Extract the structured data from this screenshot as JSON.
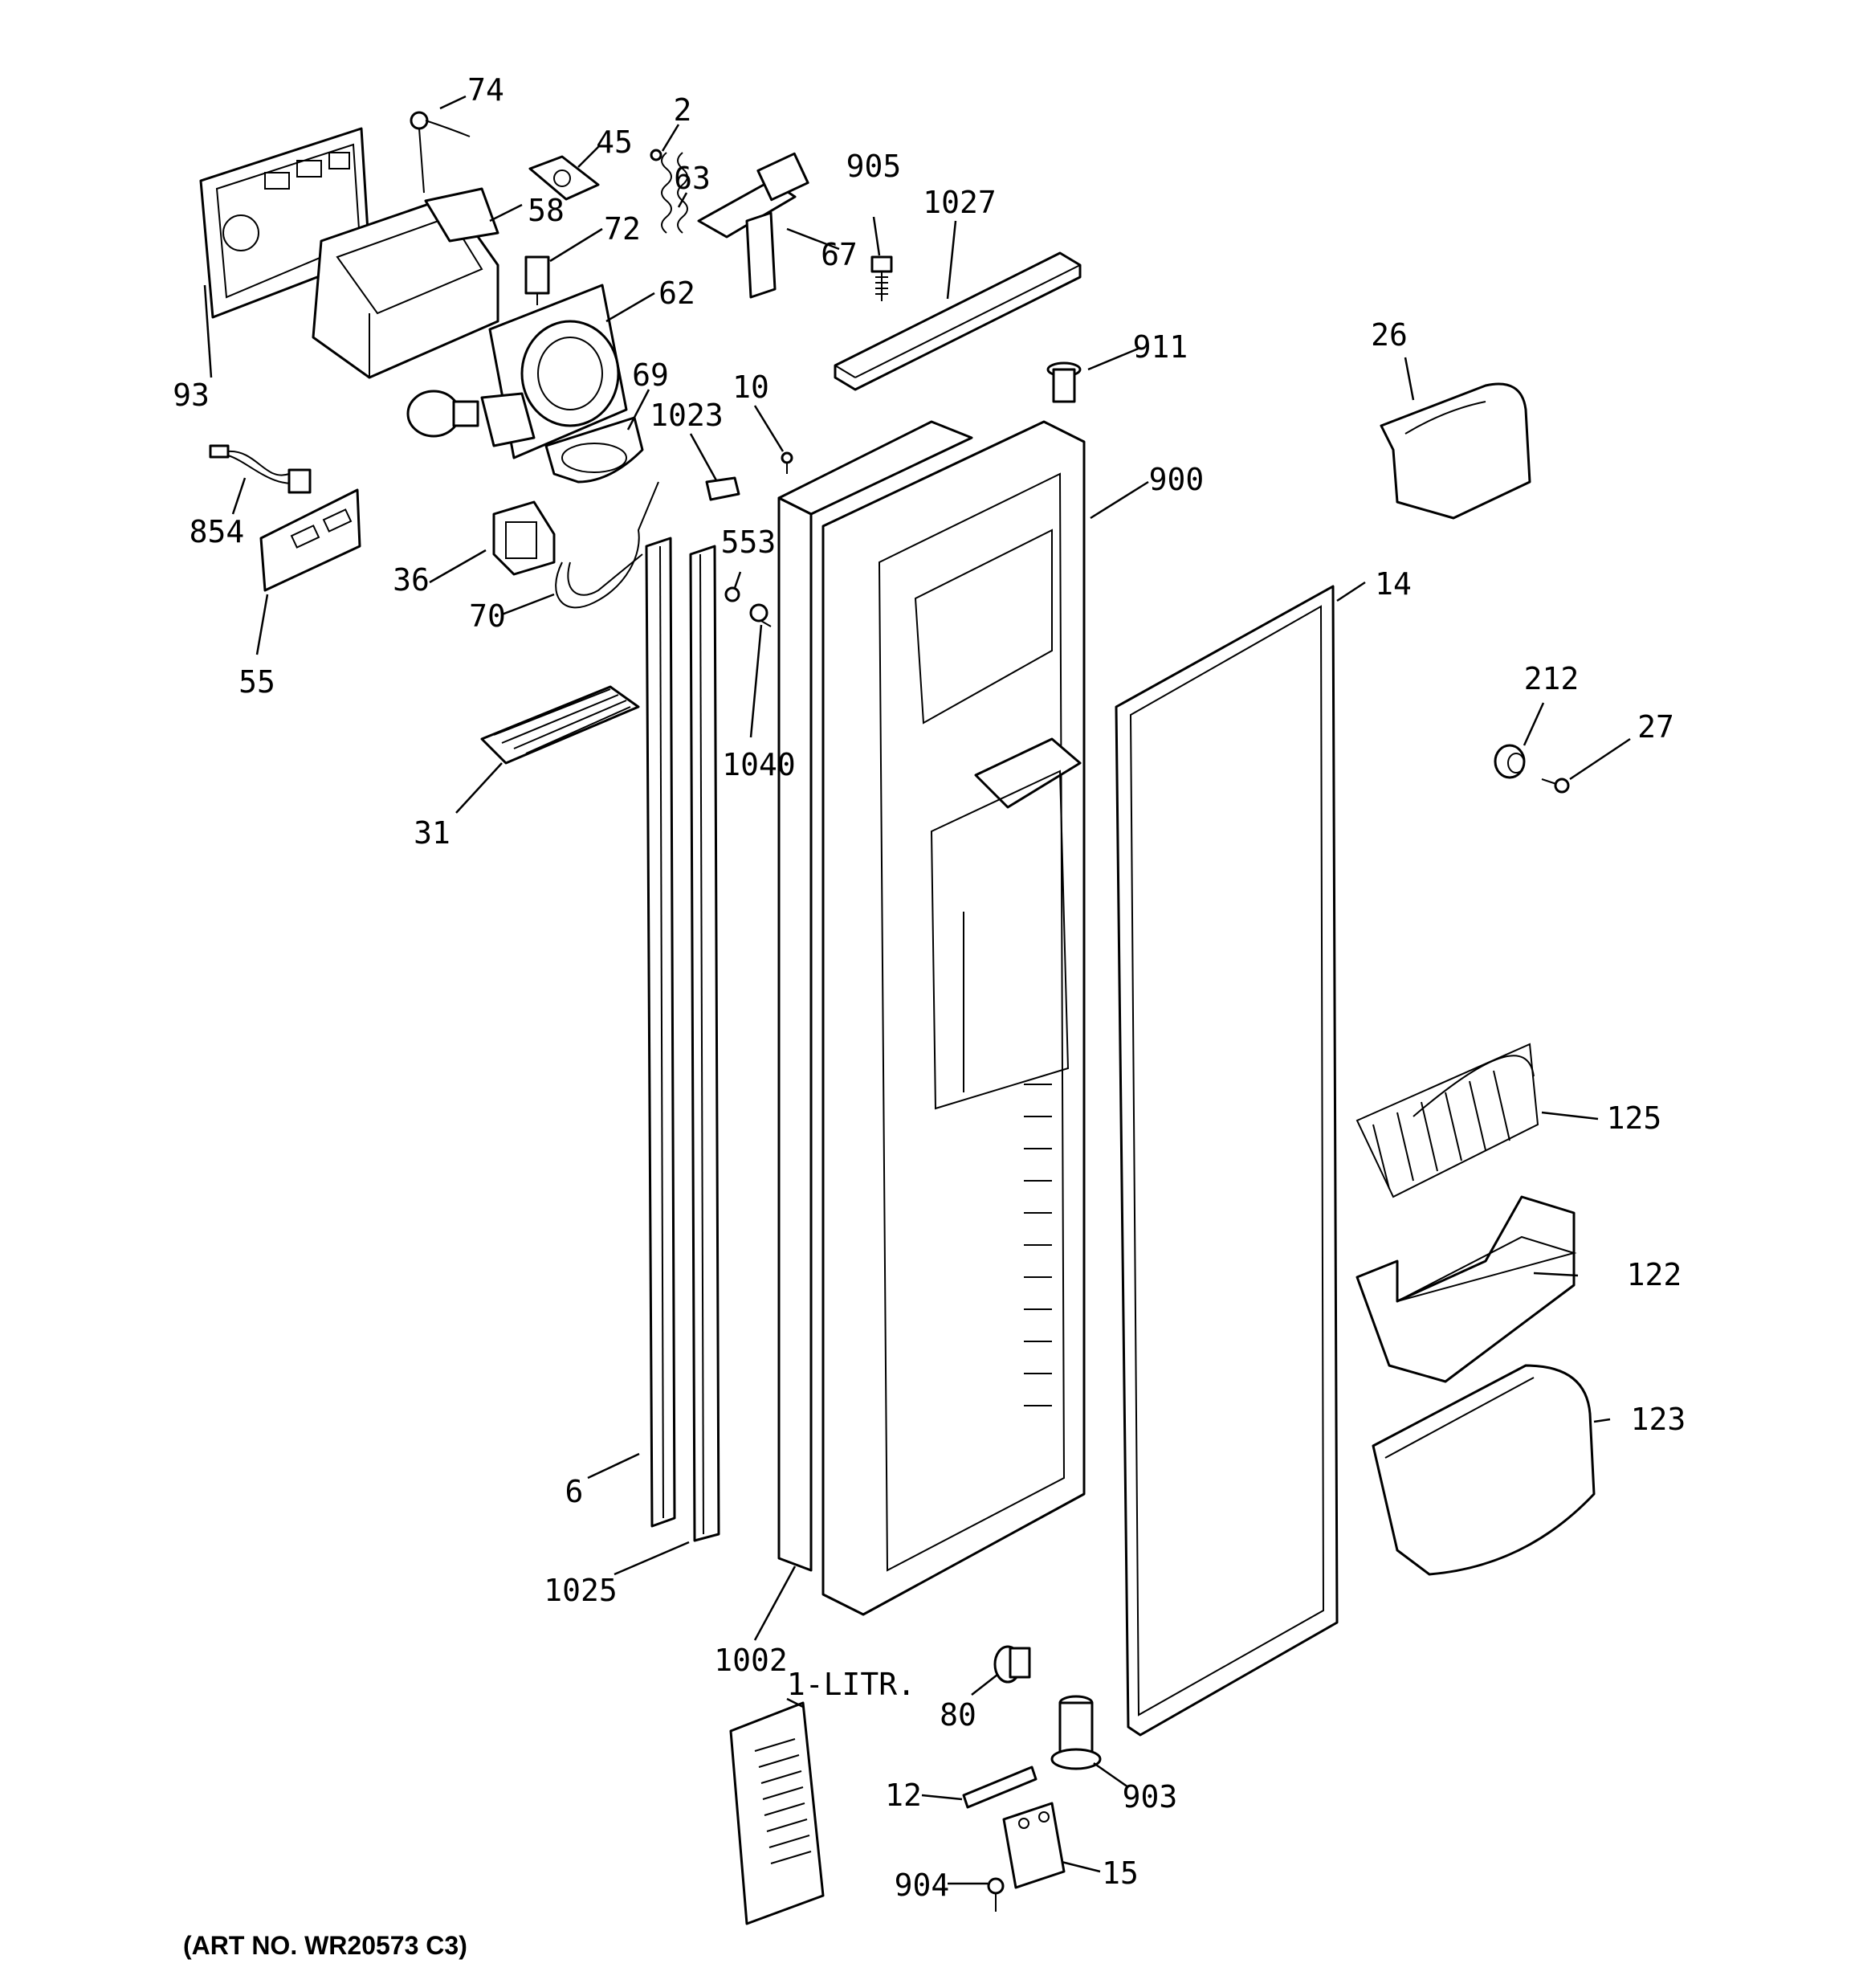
{
  "art_number": "(ART NO. WR20573 C3)",
  "callouts": [
    {
      "id": "74",
      "text": "74"
    },
    {
      "id": "2",
      "text": "2"
    },
    {
      "id": "45",
      "text": "45"
    },
    {
      "id": "63",
      "text": "63"
    },
    {
      "id": "905",
      "text": "905"
    },
    {
      "id": "1027",
      "text": "1027"
    },
    {
      "id": "58",
      "text": "58"
    },
    {
      "id": "72",
      "text": "72"
    },
    {
      "id": "67",
      "text": "67"
    },
    {
      "id": "62",
      "text": "62"
    },
    {
      "id": "911",
      "text": "911"
    },
    {
      "id": "26",
      "text": "26"
    },
    {
      "id": "93",
      "text": "93"
    },
    {
      "id": "69",
      "text": "69"
    },
    {
      "id": "10",
      "text": "10"
    },
    {
      "id": "1023",
      "text": "1023"
    },
    {
      "id": "900",
      "text": "900"
    },
    {
      "id": "854",
      "text": "854"
    },
    {
      "id": "553",
      "text": "553"
    },
    {
      "id": "36",
      "text": "36"
    },
    {
      "id": "70",
      "text": "70"
    },
    {
      "id": "14",
      "text": "14"
    },
    {
      "id": "55",
      "text": "55"
    },
    {
      "id": "212",
      "text": "212"
    },
    {
      "id": "27",
      "text": "27"
    },
    {
      "id": "1040",
      "text": "1040"
    },
    {
      "id": "31",
      "text": "31"
    },
    {
      "id": "125",
      "text": "125"
    },
    {
      "id": "122",
      "text": "122"
    },
    {
      "id": "123",
      "text": "123"
    },
    {
      "id": "6",
      "text": "6"
    },
    {
      "id": "1025",
      "text": "1025"
    },
    {
      "id": "1002",
      "text": "1002"
    },
    {
      "id": "1-LITR.",
      "text": "1-LITR."
    },
    {
      "id": "80",
      "text": "80"
    },
    {
      "id": "12",
      "text": "12"
    },
    {
      "id": "903",
      "text": "903"
    },
    {
      "id": "904",
      "text": "904"
    },
    {
      "id": "15",
      "text": "15"
    }
  ]
}
